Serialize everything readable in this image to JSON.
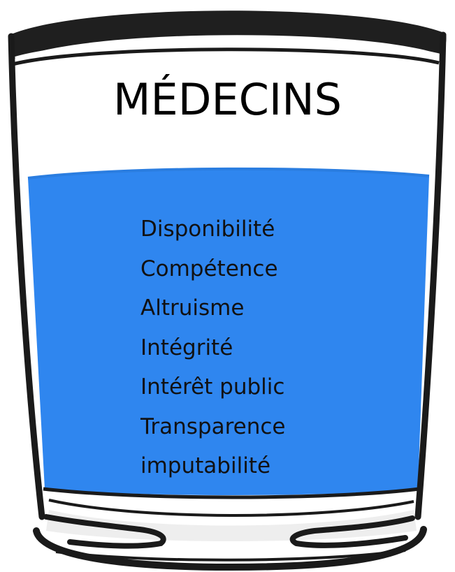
{
  "glass": {
    "label": "MÉDECINS",
    "water_color": "#2f86ef",
    "outline_color": "#1a1a1a",
    "values": [
      "Disponibilité",
      "Compétence",
      "Altruisme",
      "Intégrité",
      "Intérêt public",
      "Transparence",
      "imputabilité"
    ]
  }
}
